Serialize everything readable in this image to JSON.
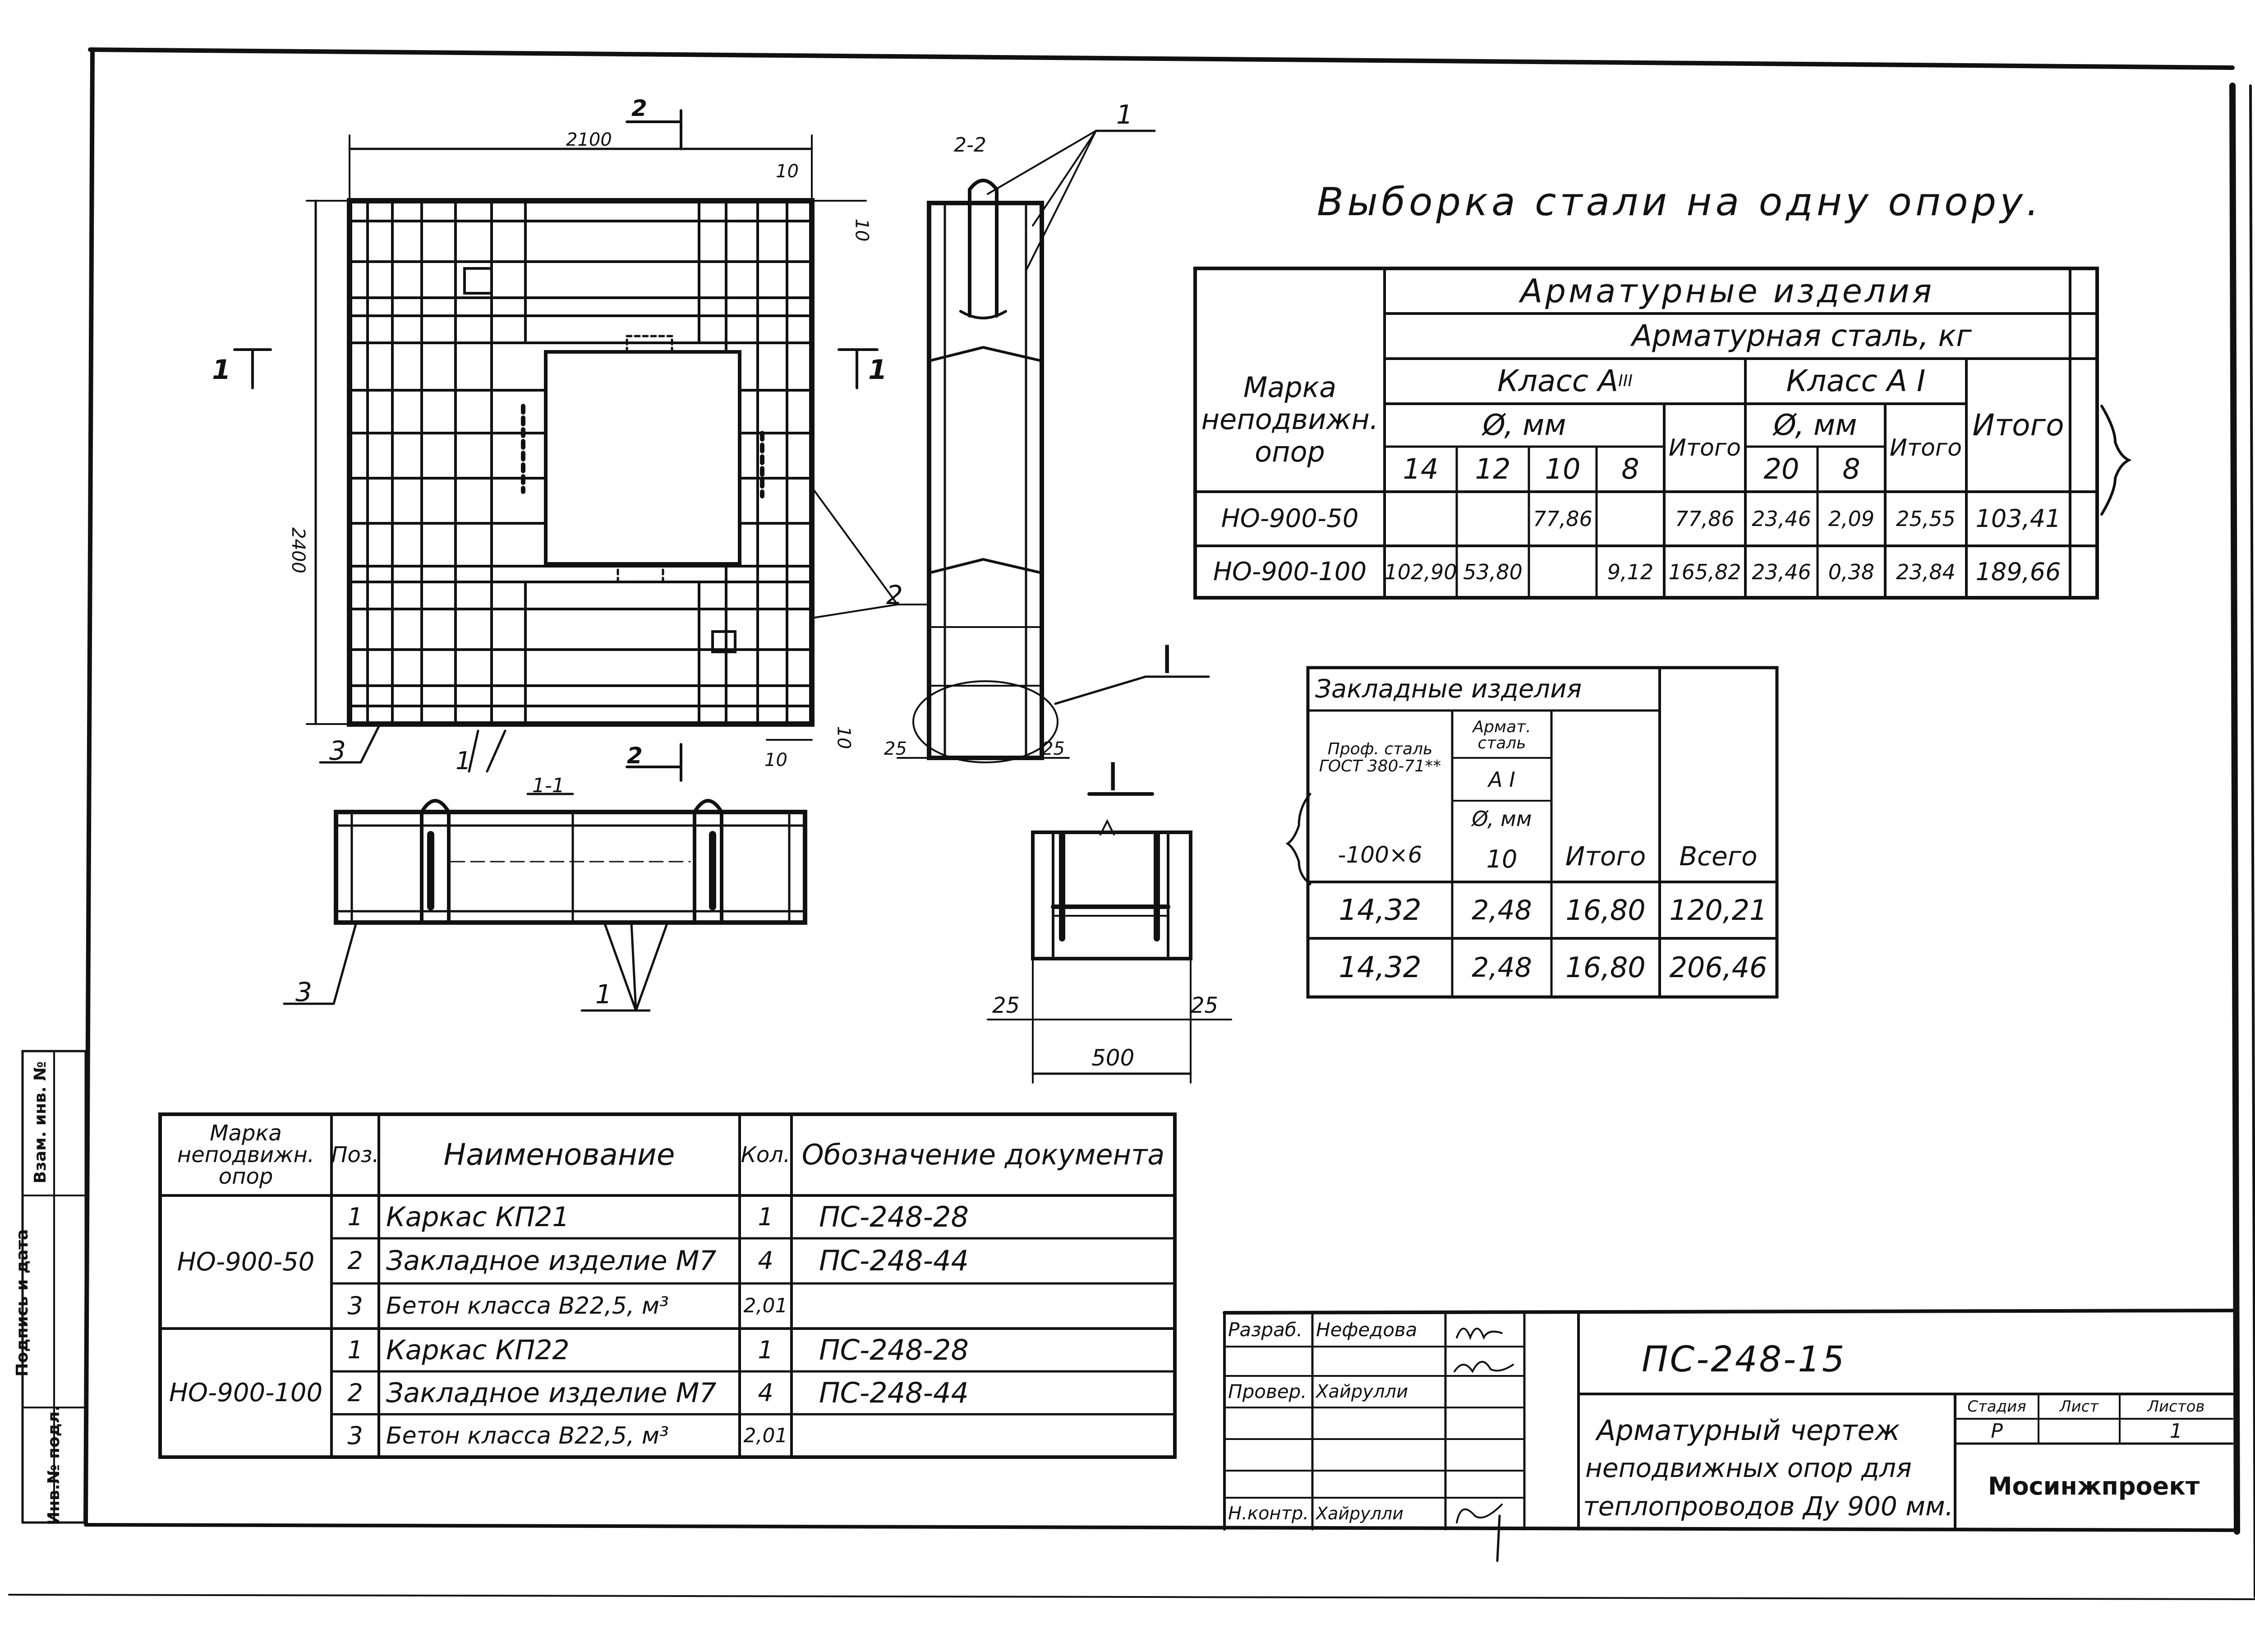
{
  "title": "Выборка стали на одну опору.",
  "steel_table": {
    "header_main": "Арматурные изделия",
    "header_sub": "Арматурная сталь, кг",
    "col_mark": "Марка неподвижн. опор",
    "class_a3": "Класс А",
    "class_a3_sup": "III",
    "class_a1": "Класс А I",
    "diam": "Ø, мм",
    "diam2": "Ø, мм",
    "d14": "14",
    "d12": "12",
    "d10": "10",
    "d8": "8",
    "itogo1": "Итого",
    "d20": "20",
    "d8b": "8",
    "itogo2": "Итого",
    "itogo3": "Итого",
    "rows": [
      {
        "mark": "НО-900-50",
        "v14": "",
        "v12": "",
        "v10": "77,86",
        "v8": "",
        "it1": "77,86",
        "v20": "23,46",
        "v8b": "2,09",
        "it2": "25,55",
        "it3": "103,41"
      },
      {
        "mark": "НО-900-100",
        "v14": "102,90",
        "v12": "53,80",
        "v10": "",
        "v8": "9,12",
        "it1": "165,82",
        "v20": "23,46",
        "v8b": "0,38",
        "it2": "23,84",
        "it3": "189,66"
      }
    ]
  },
  "embed_table": {
    "header": "Закладные изделия",
    "prof": "Проф. сталь ГОСТ 380-71**",
    "armat": "Армат. сталь",
    "a1": "А I",
    "diam": "Ø, мм",
    "profile": "-100×6",
    "d10": "10",
    "itogo": "Итого",
    "vsego": "Всего",
    "rows": [
      {
        "p": "14,32",
        "a": "2,48",
        "it": "16,80",
        "all": "120,21"
      },
      {
        "p": "14,32",
        "a": "2,48",
        "it": "16,80",
        "all": "206,46"
      }
    ]
  },
  "spec_table": {
    "col_mark": "Марка неподвижн. опор",
    "col_pos": "Поз.",
    "col_name": "Наименование",
    "col_qty": "Кол.",
    "col_doc": "Обозначение документа",
    "groups": [
      {
        "mark": "НО-900-50",
        "rows": [
          {
            "pos": "1",
            "name": "Каркас КП21",
            "qty": "1",
            "doc": "ПС-248-28"
          },
          {
            "pos": "2",
            "name": "Закладное изделие М7",
            "qty": "4",
            "doc": "ПС-248-44"
          },
          {
            "pos": "3",
            "name": "Бетон класса В22,5, м³",
            "qty": "2,01",
            "doc": ""
          }
        ]
      },
      {
        "mark": "НО-900-100",
        "rows": [
          {
            "pos": "1",
            "name": "Каркас КП22",
            "qty": "1",
            "doc": "ПС-248-28"
          },
          {
            "pos": "2",
            "name": "Закладное изделие М7",
            "qty": "4",
            "doc": "ПС-248-44"
          },
          {
            "pos": "3",
            "name": "Бетон класса В22,5, м³",
            "qty": "2,01",
            "doc": ""
          }
        ]
      }
    ]
  },
  "title_block": {
    "razrab": "Разраб.",
    "razrab_name": "Нефедова",
    "prover": "Провер.",
    "prover_name": "Хайрулли",
    "nkontr": "Н.контр.",
    "nkontr_name": "Хайрулли",
    "code": "ПС-248-15",
    "drawing_title_1": "Арматурный чертеж",
    "drawing_title_2": "неподвижных опор для",
    "drawing_title_3": "теплопроводов Ду 900 мм.",
    "stadia": "Стадия",
    "list": "Лист",
    "listov": "Листов",
    "stadia_val": "Р",
    "listov_val": "1",
    "org": "Мосинжпроект"
  },
  "margin_labels": {
    "inv": "Инв.№ подл.",
    "sign": "Подпись и дата",
    "vzam": "Взам. инв. №"
  },
  "drawing_labels": {
    "dim_2100": "2100",
    "dim_2400": "2400",
    "dim_10a": "10",
    "dim_10b": "10",
    "dim_10c": "10",
    "dim_10d": "10",
    "dim_25a": "25",
    "dim_25b": "25",
    "dim_25c": "25",
    "dim_25d": "25",
    "dim_500": "500",
    "sec_22": "2-2",
    "sec_11": "1-1",
    "cut_1a": "1",
    "cut_1b": "1",
    "cut_2a": "2",
    "cut_2b": "2",
    "node_I": "I",
    "node_I2": "I",
    "pos_1a": "1",
    "pos_1b": "1",
    "pos_1c": "1",
    "pos_2": "2",
    "pos_3a": "3",
    "pos_3b": "3"
  }
}
